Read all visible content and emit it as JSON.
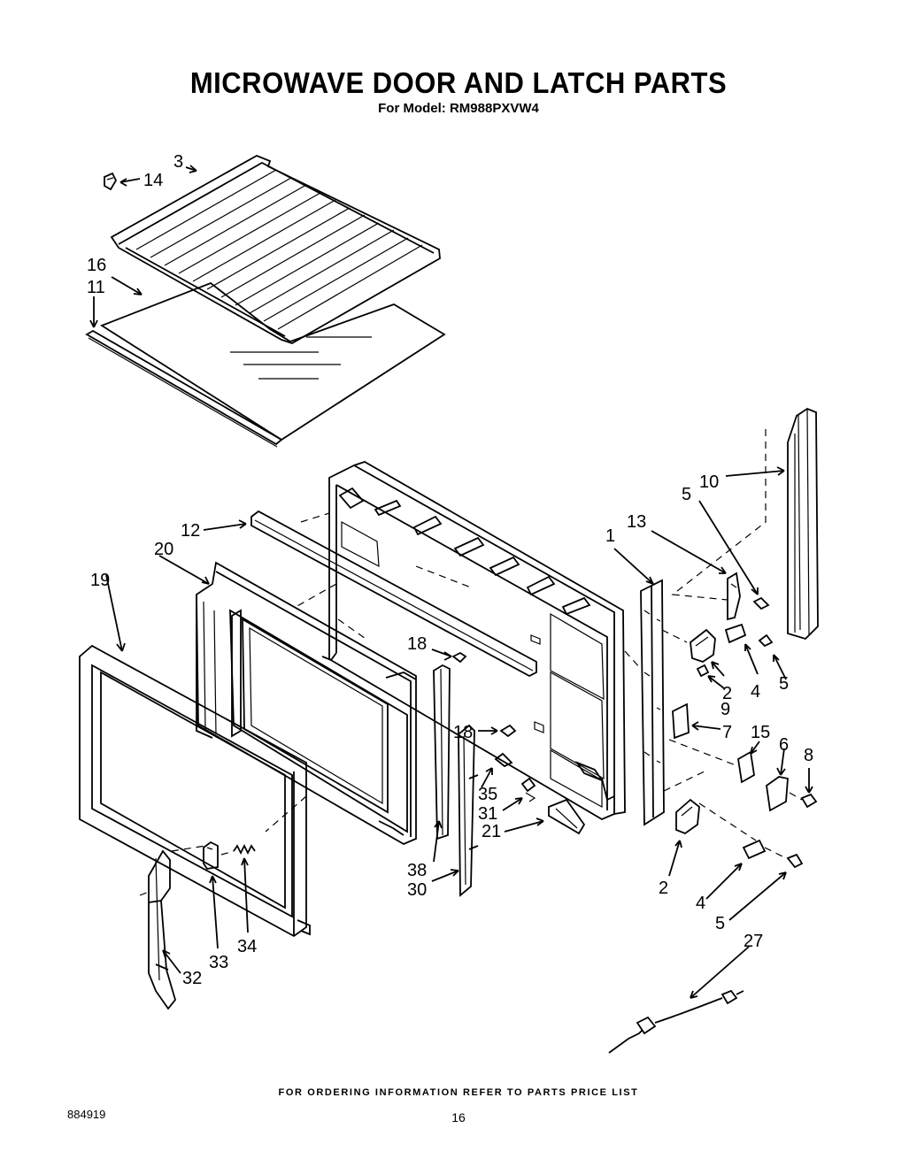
{
  "header": {
    "title": "MICROWAVE DOOR AND LATCH PARTS",
    "subtitle": "For Model: RM988PXVW4"
  },
  "footer": {
    "ordering_note": "FOR ORDERING INFORMATION REFER TO PARTS PRICE LIST",
    "document_number": "884919",
    "page_number": "16"
  },
  "callouts": {
    "c3": "3",
    "c14": "14",
    "c16": "16",
    "c11": "11",
    "c10": "10",
    "c5a": "5",
    "c13": "13",
    "c1": "1",
    "c12": "12",
    "c20": "20",
    "c19": "19",
    "c18a": "18",
    "c2a": "2",
    "c4a": "4",
    "c5b": "5",
    "c9": "9",
    "c18b": "18",
    "c7": "7",
    "c15": "15",
    "c6": "6",
    "c8": "8",
    "c35": "35",
    "c31": "31",
    "c21": "21",
    "c38": "38",
    "c30": "30",
    "c2b": "2",
    "c4b": "4",
    "c5c": "5",
    "c27": "27",
    "c33": "33",
    "c34": "34",
    "c32": "32"
  }
}
